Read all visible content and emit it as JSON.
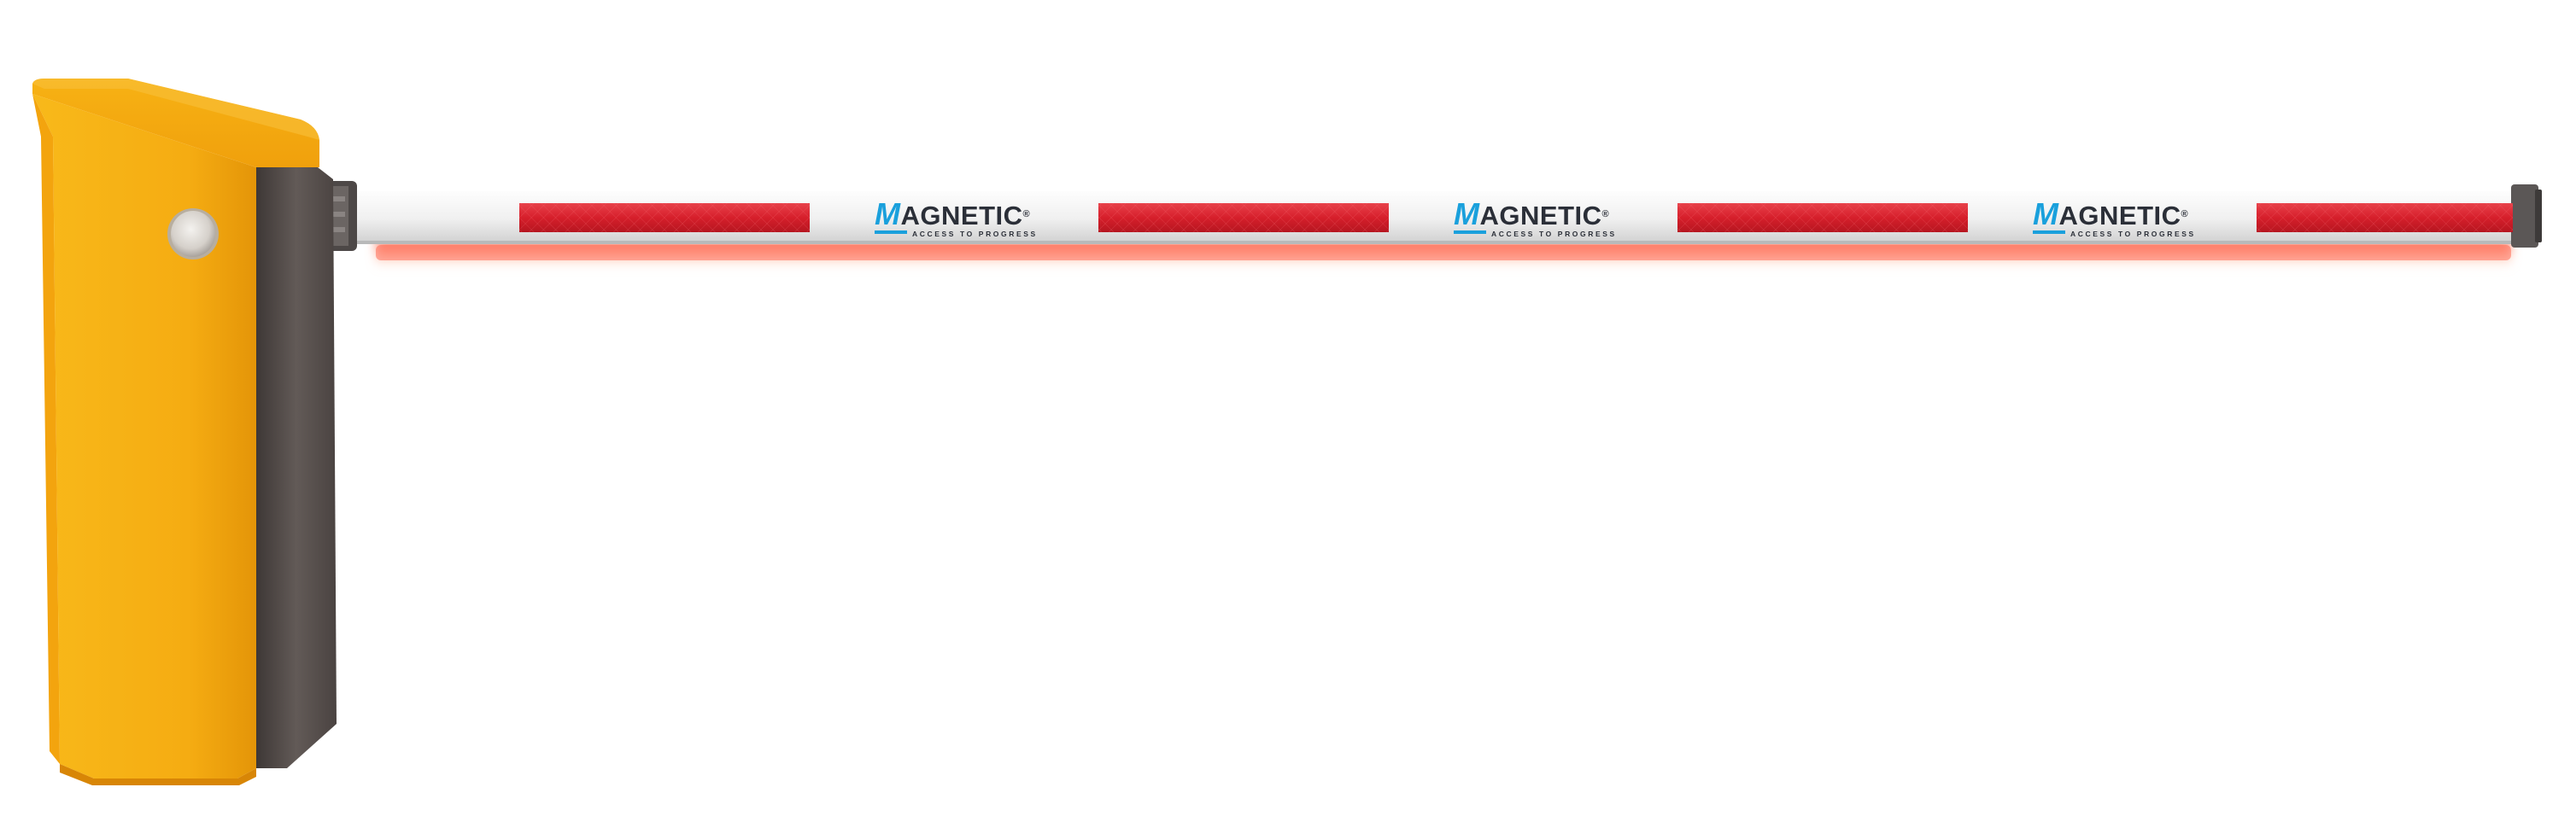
{
  "colors": {
    "housing": "#f5ac12",
    "housing_dark": "#e48f07",
    "panel": "#5a5250",
    "boom": "#f1f1f1",
    "reflector": "#d9232e",
    "led_glow": "#ff6a4d",
    "logo_accent": "#1aa0dc",
    "logo_text": "#2b2f38"
  },
  "brand": {
    "name_initial": "M",
    "name_rest": "AGNETIC",
    "registered": "®",
    "tagline": "ACCESS TO PROGRESS"
  },
  "icons": [
    "barrier-housing",
    "status-lamp",
    "boom-arm",
    "reflector-strip",
    "brand-logo",
    "led-light-strip"
  ]
}
